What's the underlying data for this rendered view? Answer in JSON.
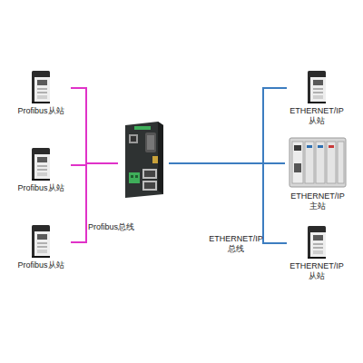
{
  "diagram": {
    "nodes": [
      {
        "text": [
          "Profibus从站"
        ]
      },
      {
        "text": [
          "Profibus从站"
        ]
      },
      {
        "text": [
          "Profibus从站"
        ]
      },
      {
        "text": []
      },
      {
        "text": [
          "ETHERNET/IP 从站"
        ]
      },
      {
        "text": [
          "ETHERNET/IP 主站"
        ]
      },
      {
        "text": [
          "ETHERNET/IP 从站"
        ]
      }
    ],
    "edges": [
      {
        "from": 0,
        "to": 3,
        "arrow": "none"
      },
      {
        "from": 1,
        "to": 3,
        "arrow": "none"
      },
      {
        "from": 2,
        "to": 3,
        "arrow": "none"
      },
      {
        "from": 3,
        "to": 4,
        "arrow": "none"
      },
      {
        "from": 3,
        "to": 5,
        "arrow": "none"
      },
      {
        "from": 3,
        "to": 6,
        "arrow": "none"
      }
    ],
    "labels": [
      "Profibus总线",
      "ETHERNET/IP 总线"
    ]
  }
}
